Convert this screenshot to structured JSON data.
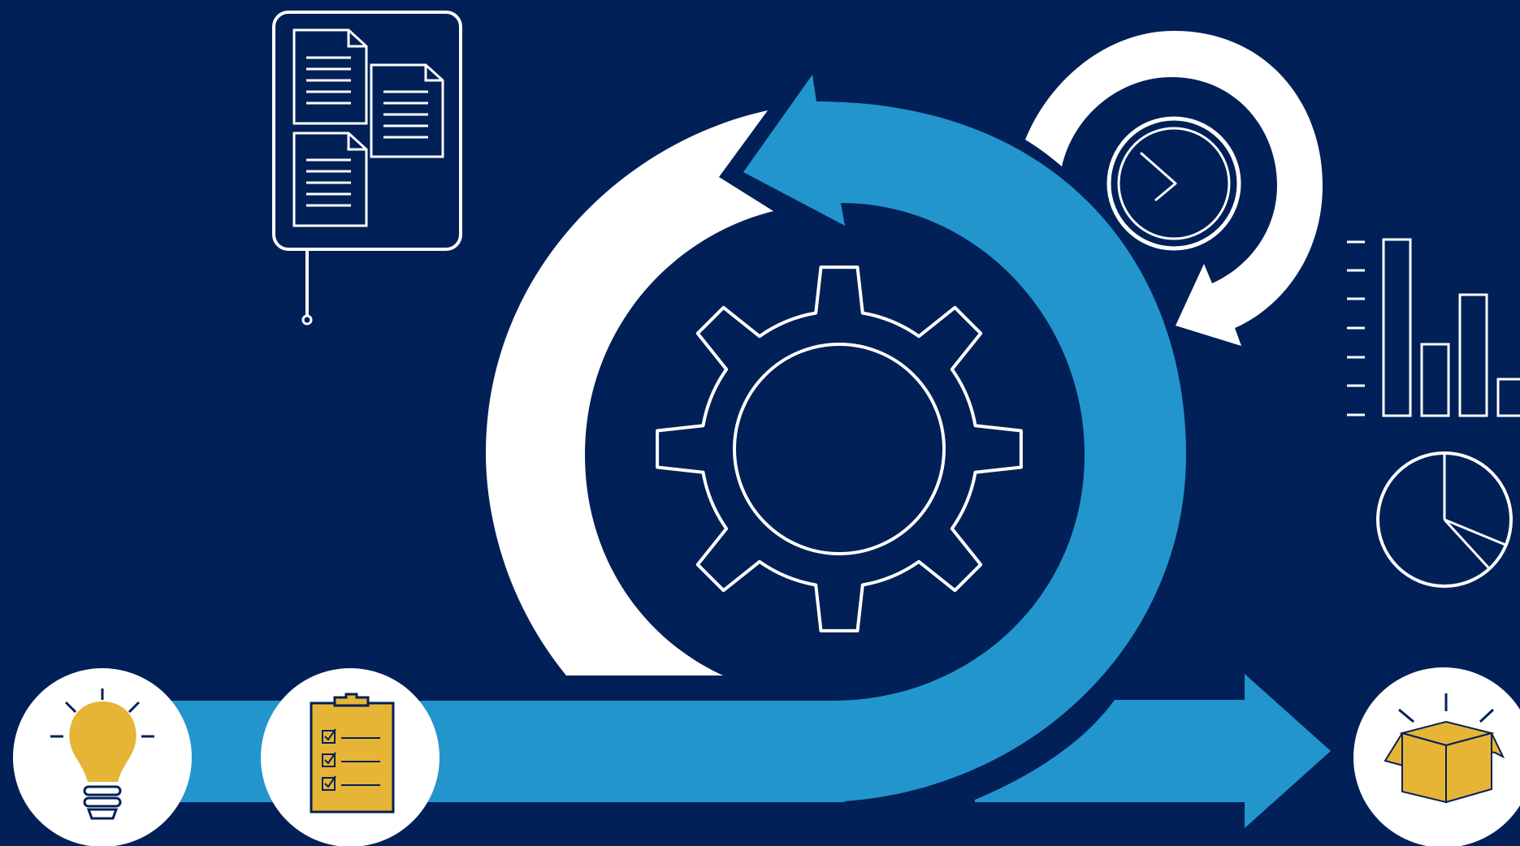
{
  "diagram": {
    "type": "agile-iteration-illustration",
    "colors": {
      "background": "#012057",
      "primary_arrow": "#2295CC",
      "secondary_arrow": "#FFFFFF",
      "accent_gold": "#E6B536",
      "outline_white": "#FFFFFF"
    },
    "icons": [
      "document-board-icon",
      "gear-icon",
      "clock-icon",
      "bar-chart-icon",
      "pie-chart-icon",
      "lightbulb-icon",
      "clipboard-checklist-icon",
      "open-box-icon"
    ],
    "flow": [
      "idea",
      "requirements",
      "iterative-development",
      "delivery"
    ]
  }
}
